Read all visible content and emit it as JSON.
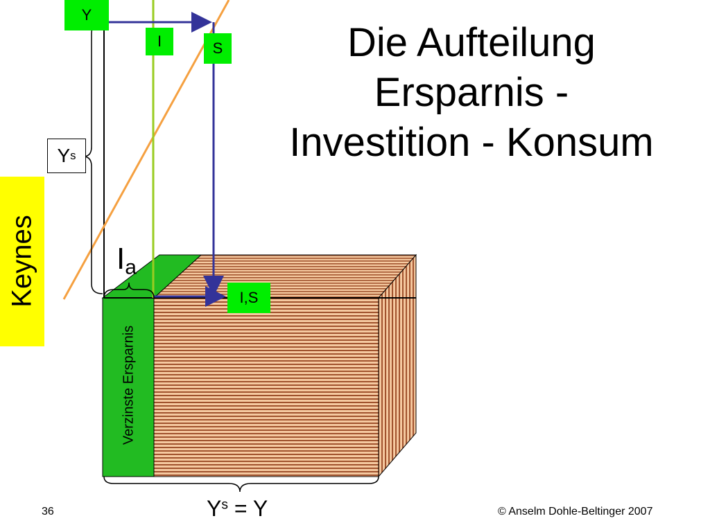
{
  "title_lines": [
    "Die Aufteilung",
    "Ersparnis -",
    "Investition - Konsum"
  ],
  "side_tag": "Keynes",
  "labels": {
    "y_top": "Y",
    "i": "I",
    "s": "S",
    "ys_base": "Y",
    "ys_sup": "s",
    "ia_base": "I",
    "ia_sub": "a",
    "is": "I,S",
    "savings_bar": "Verzinste Ersparnis",
    "bottom_base": "Y",
    "bottom_sup": "s",
    "bottom_rest": " = Y"
  },
  "footer": {
    "page_number": "36",
    "copyright": "© Anselm Dohle-Beltinger 2007"
  },
  "colors": {
    "green_box": "#00ee00",
    "green_bar": "#22bb22",
    "yellow": "#ffff00",
    "orange_line": "#f5a040",
    "olive_line": "#99cc22",
    "blue_line": "#333399",
    "brown_stripe": "#a0522d",
    "peach_stripe": "#f5c9a0"
  }
}
